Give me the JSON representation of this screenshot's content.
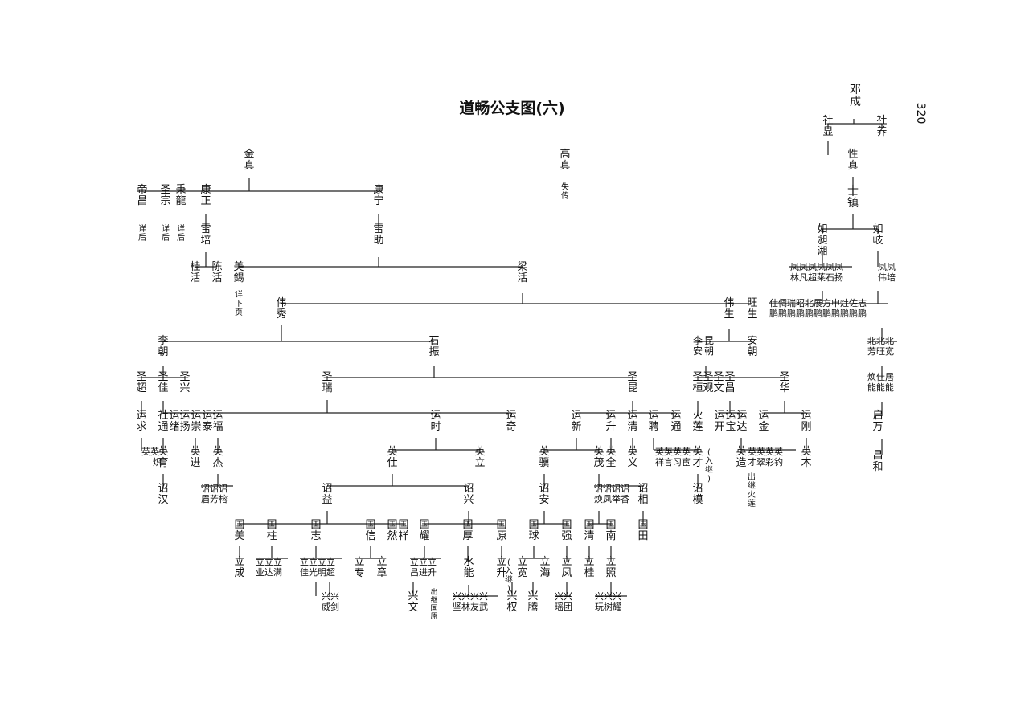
{
  "page": {
    "title": "道畅公支图(六)",
    "page_number": "320"
  },
  "names": {
    "a0": "邓成",
    "a1": "社显",
    "a2": "社养",
    "a3": "性真",
    "a4": "士镇",
    "a5": "如昶湘",
    "a6": "如岐",
    "a7": "凤凤凤凤凤凤",
    "a7b": "林凡超莱石扬",
    "a8": "凤凤",
    "a8b": "伟培",
    "a9": "仕倜瑞昭北展方申灶佐志",
    "a9b": "鹏鹏鹏鹏鹏鹏鹏鹏鹏鹏鹏",
    "a10": "北北北",
    "a10b": "芳旺宽",
    "a11": "焕佳居",
    "a11b": "能能能",
    "a12": "启万",
    "a13": "昌和",
    "g0": "金真",
    "g1": "高真",
    "g1n": "失传",
    "g2": "帝昌",
    "g2n": "详后",
    "g3": "圣宗",
    "g3n": "详后",
    "g4": "秉龍",
    "g4n": "详后",
    "g5": "康正",
    "g6": "康宁",
    "g7": "雪培",
    "g8": "雪助",
    "g9": "桂活",
    "g10": "陈活",
    "g11": "美錫",
    "g11n": "详下页",
    "g12": "梁活",
    "h1": "伟秀",
    "h2": "伟生",
    "h3": "旺生",
    "h4": "李朝",
    "h5": "石振",
    "h6": "李安",
    "h6b": "昆朝",
    "h7": "安朝",
    "i1": "圣超",
    "i2": "圣佳",
    "i3": "圣兴",
    "i4": "圣瑞",
    "i5": "圣昆",
    "i6": "圣桓",
    "i7": "圣观",
    "i8": "圣文",
    "i9": "圣昌",
    "i10": "圣华",
    "j1": "运求",
    "j2": "社通",
    "j3": "运绪",
    "j4": "运扬",
    "j5": "运崇",
    "j6": "运泰",
    "j7": "运福",
    "j8": "运时",
    "j9": "运奇",
    "j10": "运新",
    "j11": "运升",
    "j12": "运清",
    "j13": "运聘",
    "j14": "运通",
    "j15": "火莲",
    "j16": "运开",
    "j17": "运宝",
    "j18": "运达",
    "j19": "运金",
    "j20": "运刚",
    "k1": "英英",
    "k1b": "炽",
    "k2": "英育",
    "k3": "英进",
    "k4": "英杰",
    "k5": "英仕",
    "k6": "英立",
    "k7": "英骥",
    "k8": "英茂",
    "k9": "英全",
    "k10": "英义",
    "k11": "英英英英",
    "k11b": "祥言习宦",
    "k12": "英才",
    "k12n": "(入继)",
    "k13": "英造",
    "k14": "英英英英",
    "k14b": "才翠彩钓",
    "k14n": "出继火莲",
    "k15": "英木",
    "l1": "诏汉",
    "l2": "诏诏诏",
    "l2b": "眉芳榕",
    "l3": "诏益",
    "l4": "诏兴",
    "l5": "诏安",
    "l6": "诏诏诏诏",
    "l6b": "焕凤举香",
    "l7": "诏相",
    "l8": "诏模",
    "m1": "国美",
    "m2": "国柱",
    "m3": "国志",
    "m4": "国信",
    "m5": "国然",
    "m6": "国祥",
    "m7": "国耀",
    "m8": "国厚",
    "m9": "国原",
    "m10": "国球",
    "m11": "国强",
    "m12": "国清",
    "m13": "国南",
    "m14": "国田",
    "n1": "立成",
    "n2": "立立立",
    "n2b": "业达满",
    "n3": "立立立立",
    "n3b": "佳光明超",
    "n4": "立专",
    "n5": "立章",
    "n6": "立立立",
    "n6b": "昌进升",
    "n7": "水能",
    "n8": "立升",
    "n8n": "(入继)",
    "n9": "立宽",
    "n10": "立海",
    "n11": "立凤",
    "n12": "立桂",
    "n13": "立照",
    "o1": "兴兴",
    "o1b": "威剑",
    "o2": "兴文",
    "o2n": "出继国原",
    "o3": "兴兴兴兴",
    "o3b": "坚林友武",
    "o4": "兴权",
    "o5": "兴腾",
    "o6": "兴兴",
    "o6b": "瑶团",
    "o7": "兴兴兴",
    "o7b": "玩树耀"
  }
}
